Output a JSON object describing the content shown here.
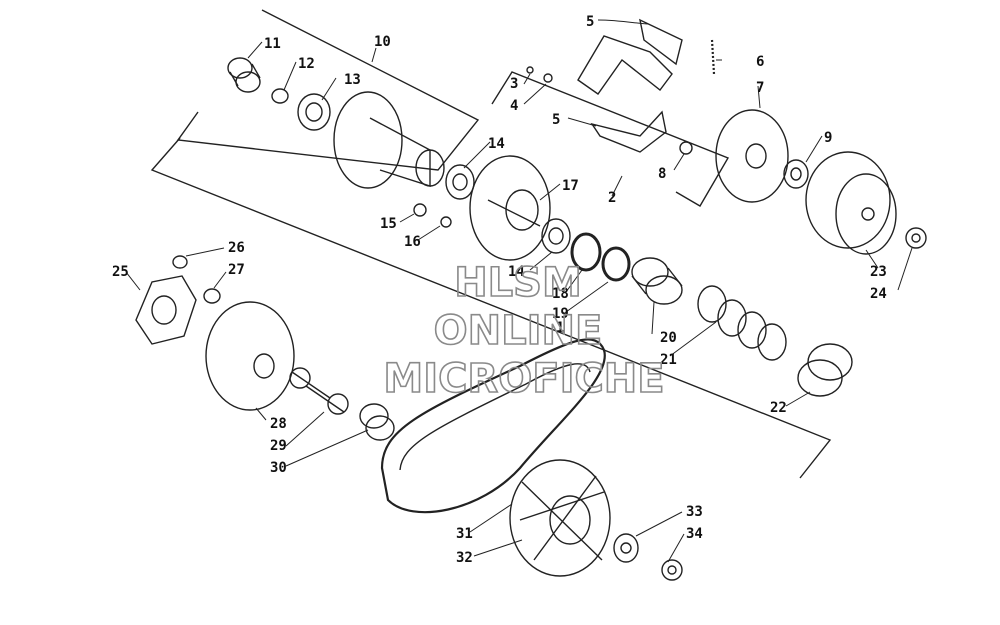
{
  "watermark": {
    "line1": "HLSM",
    "line2": "ONLINE",
    "line3": "MICROFICHE",
    "color": "#8a8a8a"
  },
  "callouts": {
    "c1": "1",
    "c2": "2",
    "c3": "3",
    "c4": "4",
    "c5a": "5",
    "c5b": "5",
    "c6": "6",
    "c7": "7",
    "c8": "8",
    "c9": "9",
    "c10": "10",
    "c11": "11",
    "c12": "12",
    "c13": "13",
    "c14a": "14",
    "c14b": "14",
    "c15": "15",
    "c16": "16",
    "c17": "17",
    "c18": "18",
    "c19": "19",
    "c20": "20",
    "c21": "21",
    "c22": "22",
    "c23": "23",
    "c24": "24",
    "c25": "25",
    "c26": "26",
    "c27": "27",
    "c28": "28",
    "c29": "29",
    "c30": "30",
    "c31": "31",
    "c32": "32",
    "c33": "33",
    "c34": "34"
  },
  "colors": {
    "line": "#222222",
    "background": "#ffffff"
  }
}
